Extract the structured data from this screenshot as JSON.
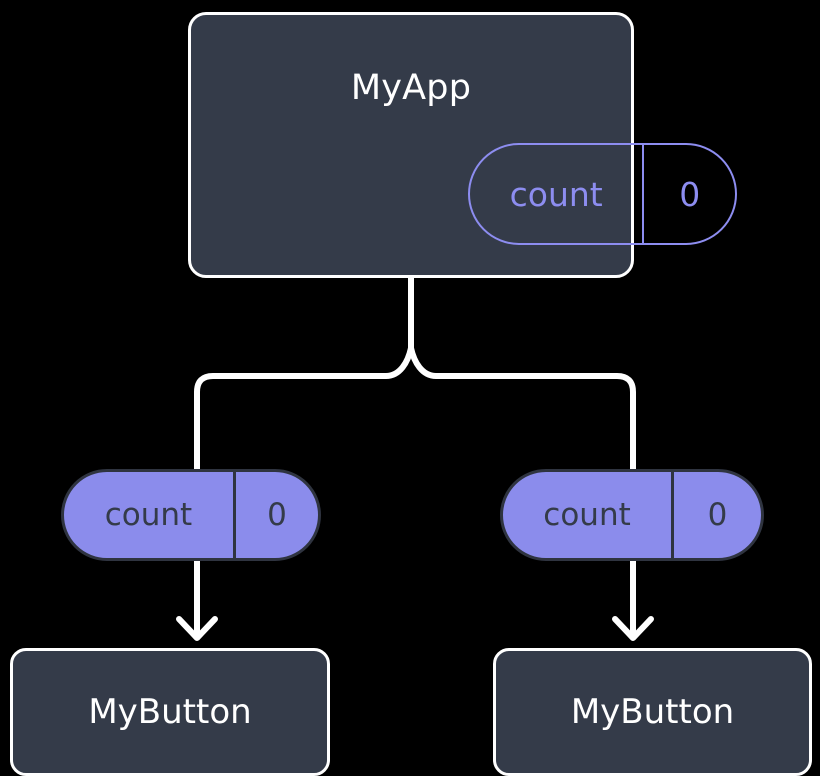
{
  "diagram": {
    "title": "MyApp state propagation tree",
    "type": "tree",
    "background_color": "#000000"
  },
  "colors": {
    "canvas": "#000000",
    "card_fill": "#343b49",
    "card_border": "#ffffff",
    "pill_accent": "#8d8df0",
    "pill_fill": "#8b8cec",
    "pill_fill_border": "#2f3440",
    "text_on_dark": "#ffffff",
    "text_on_pill": "#343b49",
    "edge": "#ffffff"
  },
  "root": {
    "label": "MyApp",
    "state": {
      "key": "count",
      "value": "0"
    }
  },
  "children": [
    {
      "state": {
        "key": "count",
        "value": "0"
      },
      "leaf": {
        "label": "MyButton"
      }
    },
    {
      "state": {
        "key": "count",
        "value": "0"
      },
      "leaf": {
        "label": "MyButton"
      }
    }
  ],
  "edges": {
    "trunk_label": "root-to-branch-connector",
    "arrow_label": "state-to-child-arrow",
    "arrowhead": "chevron-open"
  }
}
